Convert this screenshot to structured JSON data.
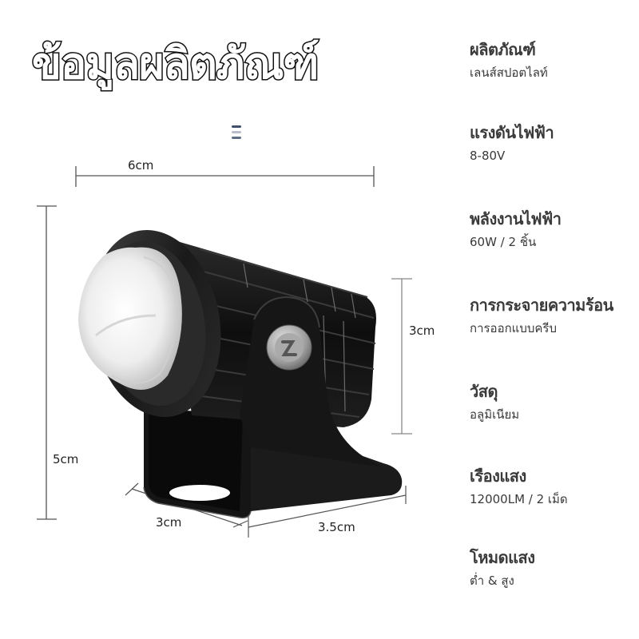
{
  "header": {
    "title": "ข้อมูลผลิตภัณฑ์"
  },
  "icons": {
    "menu": "menu-lines-icon",
    "menu_colors": [
      "#3f4e6b",
      "#b7bec9",
      "#5f6d85"
    ]
  },
  "dimensions": {
    "width": "6cm",
    "height": "5cm",
    "body_height": "3cm",
    "base_depth": "3cm",
    "base_length": "3.5cm"
  },
  "specs": [
    {
      "label": "ผลิตภัณฑ์",
      "value": "เลนส์สปอตไลท์"
    },
    {
      "label": "แรงดันไฟฟ้า",
      "value": "8-80V"
    },
    {
      "label": "พลังงานไฟฟ้า",
      "value": "60W / 2 ชิ้น"
    },
    {
      "label": "การกระจายความร้อน",
      "value": "การออกแบบครีบ"
    },
    {
      "label": "วัสดุ",
      "value": "อลูมิเนียม"
    },
    {
      "label": "เรืองแสง",
      "value": "12000LM / 2 เม็ด"
    },
    {
      "label": "โหมดแสง",
      "value": "ต่ำ & สูง"
    }
  ],
  "colors": {
    "text": "#3a3a3a",
    "dimension_line": "#555555",
    "product_body": "#141414"
  }
}
